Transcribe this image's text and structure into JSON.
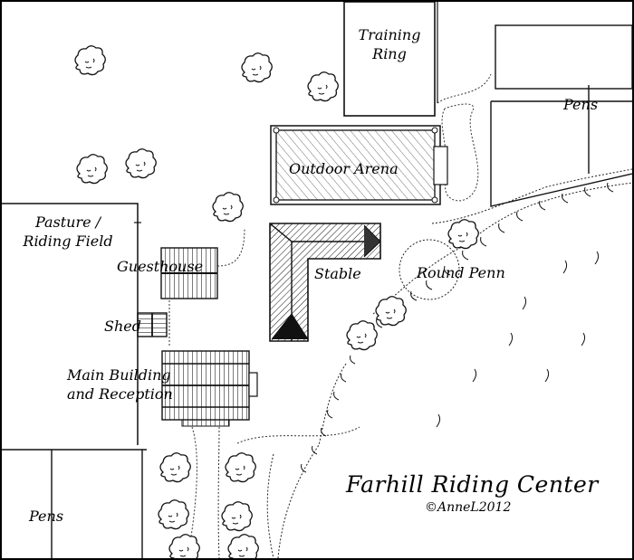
{
  "map": {
    "title": "Farhill Riding Center",
    "copyright": "©AnneL2012",
    "ink_color": "#111111",
    "paper_color": "#ffffff",
    "labels": {
      "training_ring": "Training\nRing",
      "pens_top_right": "Pens",
      "outdoor_arena": "Outdoor Arena",
      "pasture": "Pasture /\nRiding Field",
      "guesthouse": "Guesthouse",
      "stable": "Stable",
      "round_penn": "Round Penn",
      "shed": "Shed",
      "main_building": "Main Building\nand Reception",
      "pens_bottom_left": "Pens"
    }
  }
}
